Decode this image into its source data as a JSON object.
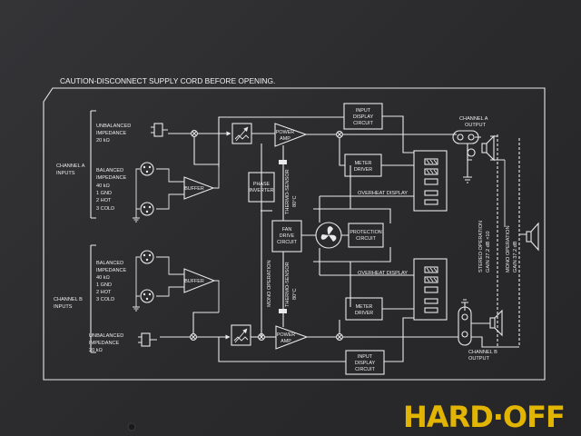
{
  "caption": "CAUTION-DISCONNECT SUPPLY CORD BEFORE OPENING.",
  "channel_a_inputs": {
    "line1": "CHANNEL A",
    "line2": "INPUTS"
  },
  "channel_b_inputs": {
    "line1": "CHANNEL B",
    "line2": "INPUTS"
  },
  "unbalanced_a": [
    "UNBALANCED",
    "IMPEDANCE",
    "20 kΩ"
  ],
  "balanced_a": [
    "BALANCED",
    "IMPEDANCE",
    "40 kΩ",
    "1 GND",
    "2 HOT",
    "3 COLD"
  ],
  "balanced_b": [
    "BALANCED",
    "IMPEDANCE",
    "40 kΩ",
    "1 GND",
    "2 HOT",
    "3 COLD"
  ],
  "unbalanced_b": [
    "UNBALANCED",
    "IMPEDANCE",
    "20 kΩ"
  ],
  "buffer": "BUFFER",
  "power_amp": [
    "POWER",
    "AMP"
  ],
  "input_display_circuit": [
    "INPUT",
    "DISPLAY",
    "CIRCUIT"
  ],
  "meter_driver": [
    "METER",
    "DRIVER"
  ],
  "phase_inverter": [
    "PHASE",
    "INVERTER"
  ],
  "thermo_sensor": [
    "THERMO-SENSOR",
    "80°C"
  ],
  "fan_drive_circuit": [
    "FAN",
    "DRIVE",
    "CIRCUIT"
  ],
  "protection_circuit": [
    "PROTECTION",
    "CIRCUIT"
  ],
  "overheat_display": "OVERHEAT DISPLAY",
  "mono_operation": "MONO OPERATION",
  "channel_a_output": [
    "CHANNEL A",
    "OUTPUT"
  ],
  "channel_b_output": [
    "CHANNEL B",
    "OUTPUT"
  ],
  "stereo_operation": [
    "STEREO OPERATION",
    "GAIN 27.2 dB ×10"
  ],
  "mono_operation_gain": [
    "MONO OPERATION",
    "GAIN 37.2 dB"
  ],
  "watermark": "HARD·OFF",
  "colors": {
    "panel": "#2e2e30",
    "line": "#e9e9e9",
    "watermark": "#f0c000"
  }
}
